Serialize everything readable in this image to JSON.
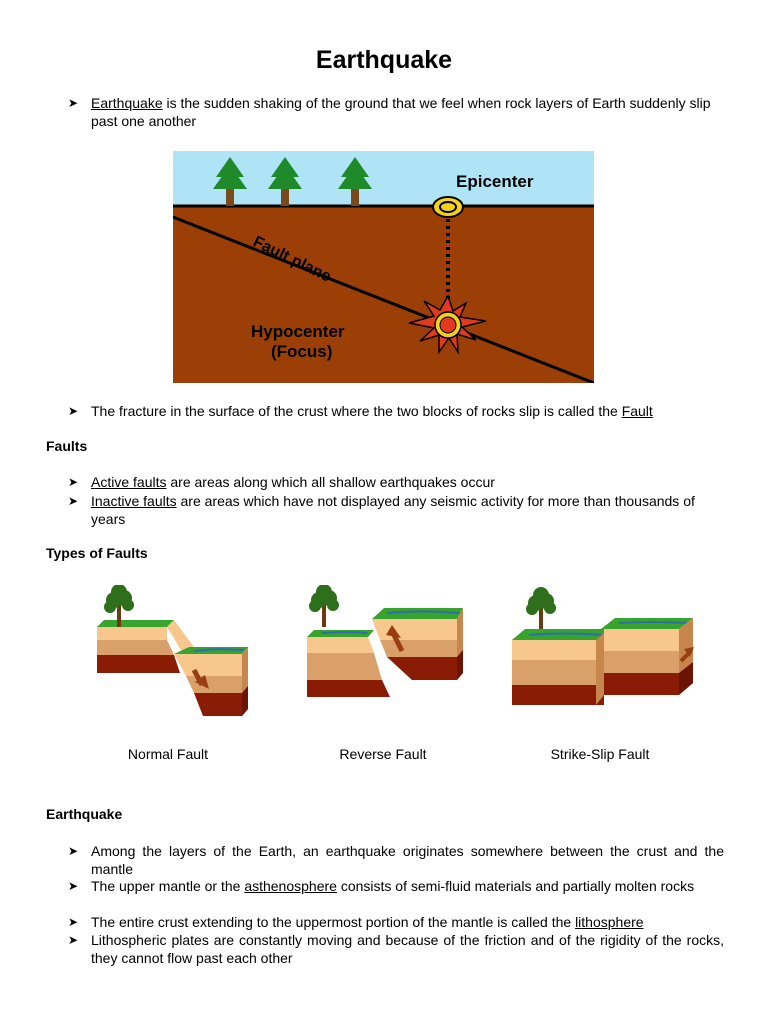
{
  "title": "Earthquake",
  "intro": {
    "term": "Earthquake",
    "rest": " is the sudden shaking of the ground that we feel when rock layers of Earth suddenly slip past one another"
  },
  "figure_main": {
    "epicenter_label": "Epicenter",
    "fault_plane_label": "Fault plane",
    "hypocenter_label": "Hypocenter",
    "focus_label": "(Focus)",
    "colors": {
      "sky": "#aee4f5",
      "ground": "#9b3f06",
      "tree": "#1e8a2a",
      "trunk": "#7a4a1c",
      "focus": "#e23a1e"
    }
  },
  "fault_def": {
    "text": "The fracture in the surface of the crust where the two blocks of rocks slip is called the ",
    "term": "Fault"
  },
  "faults_heading": "Faults",
  "faults_items": [
    {
      "term": "Active faults",
      "rest": " are areas along which all shallow earthquakes occur"
    },
    {
      "term": "Inactive faults",
      "rest": " are areas which have not displayed any seismic activity for more than thousands of years"
    }
  ],
  "types_heading": "Types of Faults",
  "fault_types": [
    {
      "name": "Normal Fault",
      "icon": "normal-fault-diagram"
    },
    {
      "name": "Reverse Fault",
      "icon": "reverse-fault-diagram"
    },
    {
      "name": "Strike-Slip Fault",
      "icon": "strike-slip-fault-diagram"
    }
  ],
  "earthquake_heading": "Earthquake",
  "earthquake_items": {
    "item1": "Among the layers of the Earth, an earthquake originates somewhere between the crust and the mantle",
    "item2_pre": "The upper mantle or the ",
    "item2_term": "asthenosphere",
    "item2_post": " consists of semi-fluid materials and partially molten rocks",
    "item3_pre": "The entire crust extending to the uppermost portion of the mantle is called the ",
    "item3_term": "lithosphere",
    "item4": "Lithospheric plates are constantly moving and because of the friction and of the rigidity of the rocks, they cannot flow past each other"
  }
}
